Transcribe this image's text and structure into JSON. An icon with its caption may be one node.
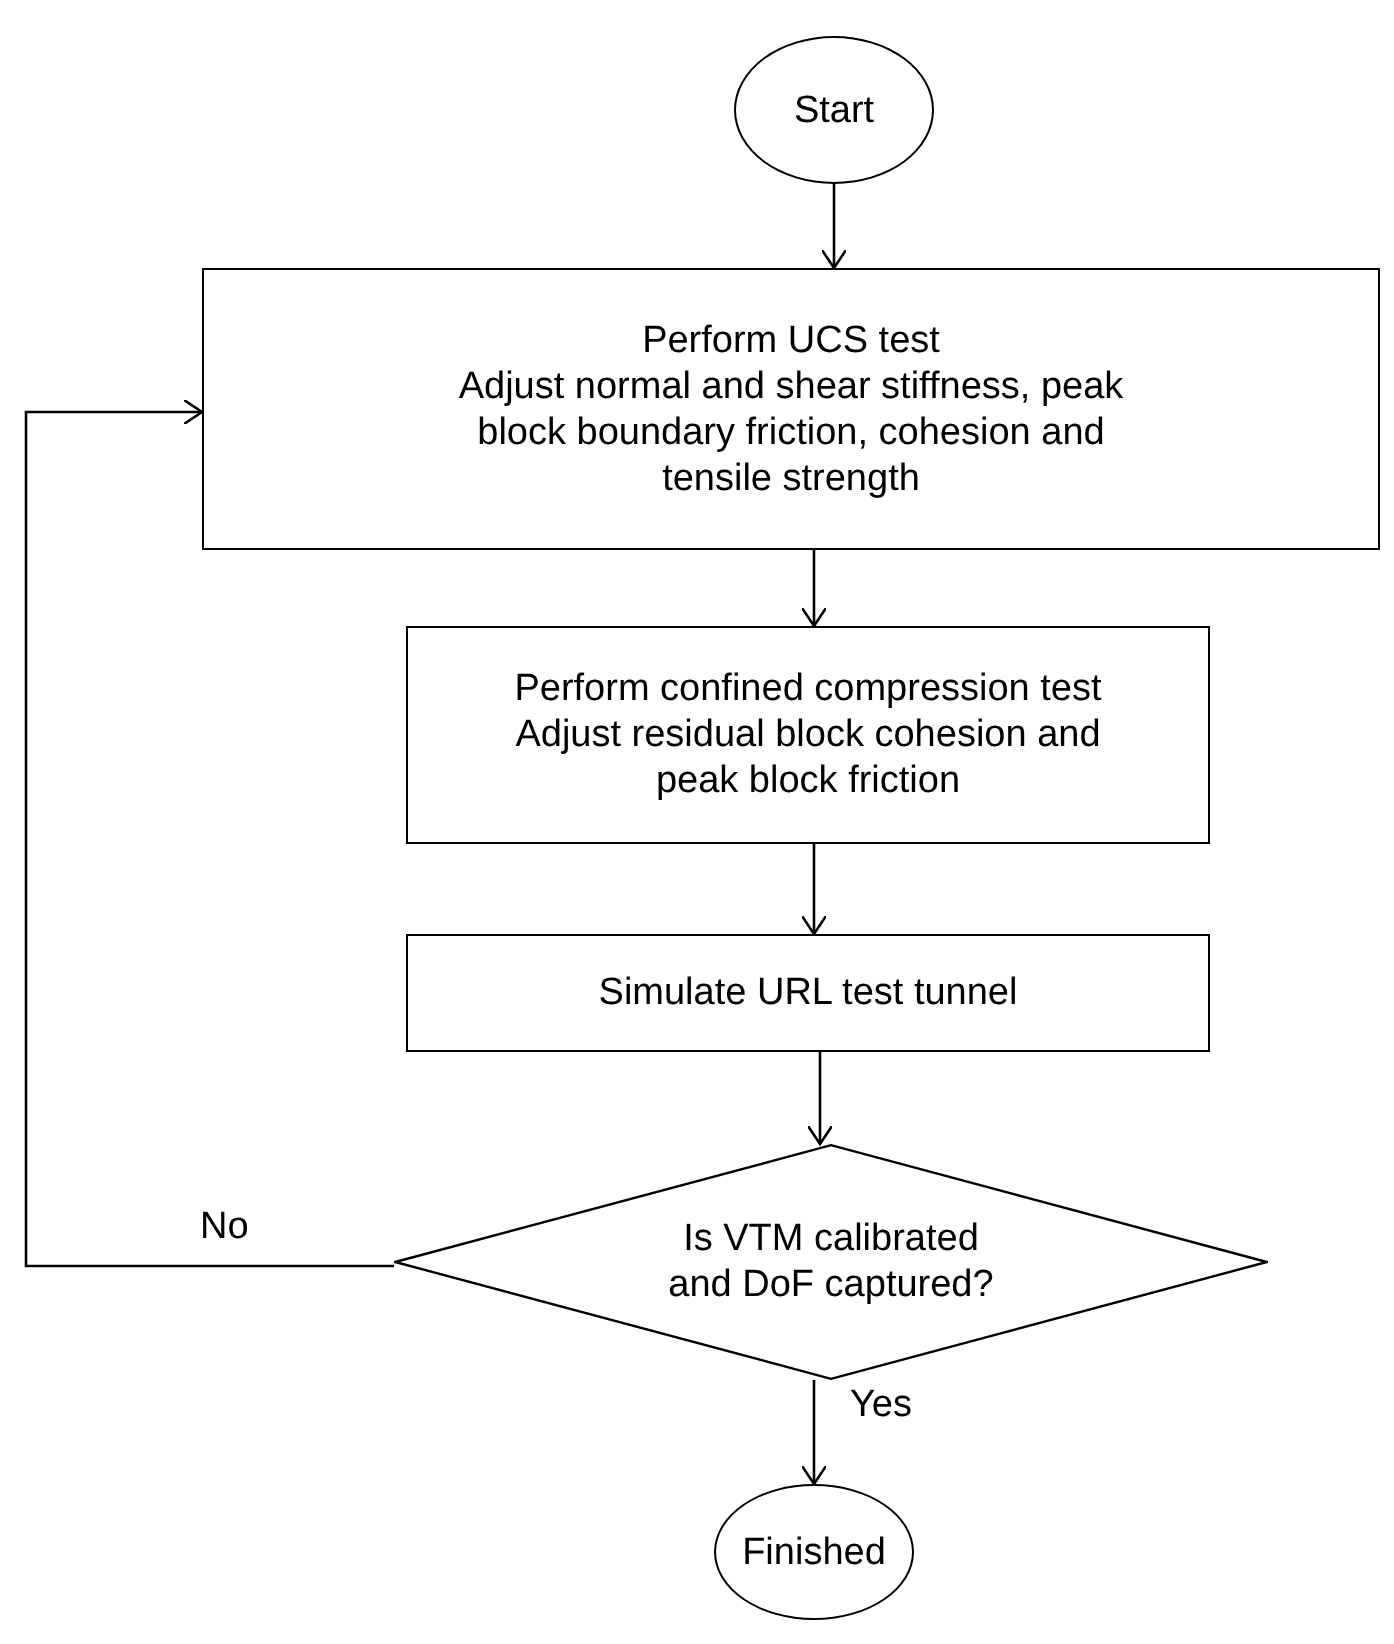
{
  "diagram": {
    "nodes": [
      {
        "text": [
          "Start"
        ]
      },
      {
        "text": [
          "Perform UCS test",
          "Adjust normal and shear stiffness, peak block boundary friction, cohesion and tensile strength"
        ]
      },
      {
        "text": [
          "Perform confined compression test",
          "Adjust residual block cohesion and peak block friction"
        ]
      },
      {
        "text": [
          "Simulate URL test tunnel"
        ]
      },
      {
        "text": [
          "Is VTM calibrated and DoF captured?"
        ]
      },
      {
        "text": [
          "Finished"
        ]
      }
    ],
    "edges": [
      {
        "from": 0,
        "to": 1,
        "arrow": "to"
      },
      {
        "from": 1,
        "to": 2,
        "arrow": "to"
      },
      {
        "from": 2,
        "to": 3,
        "arrow": "to"
      },
      {
        "from": 3,
        "to": 4,
        "arrow": "to"
      },
      {
        "from": 4,
        "to": 1,
        "arrow": "to",
        "label": "No"
      },
      {
        "from": 4,
        "to": 5,
        "arrow": "to",
        "label": "Yes"
      }
    ]
  }
}
